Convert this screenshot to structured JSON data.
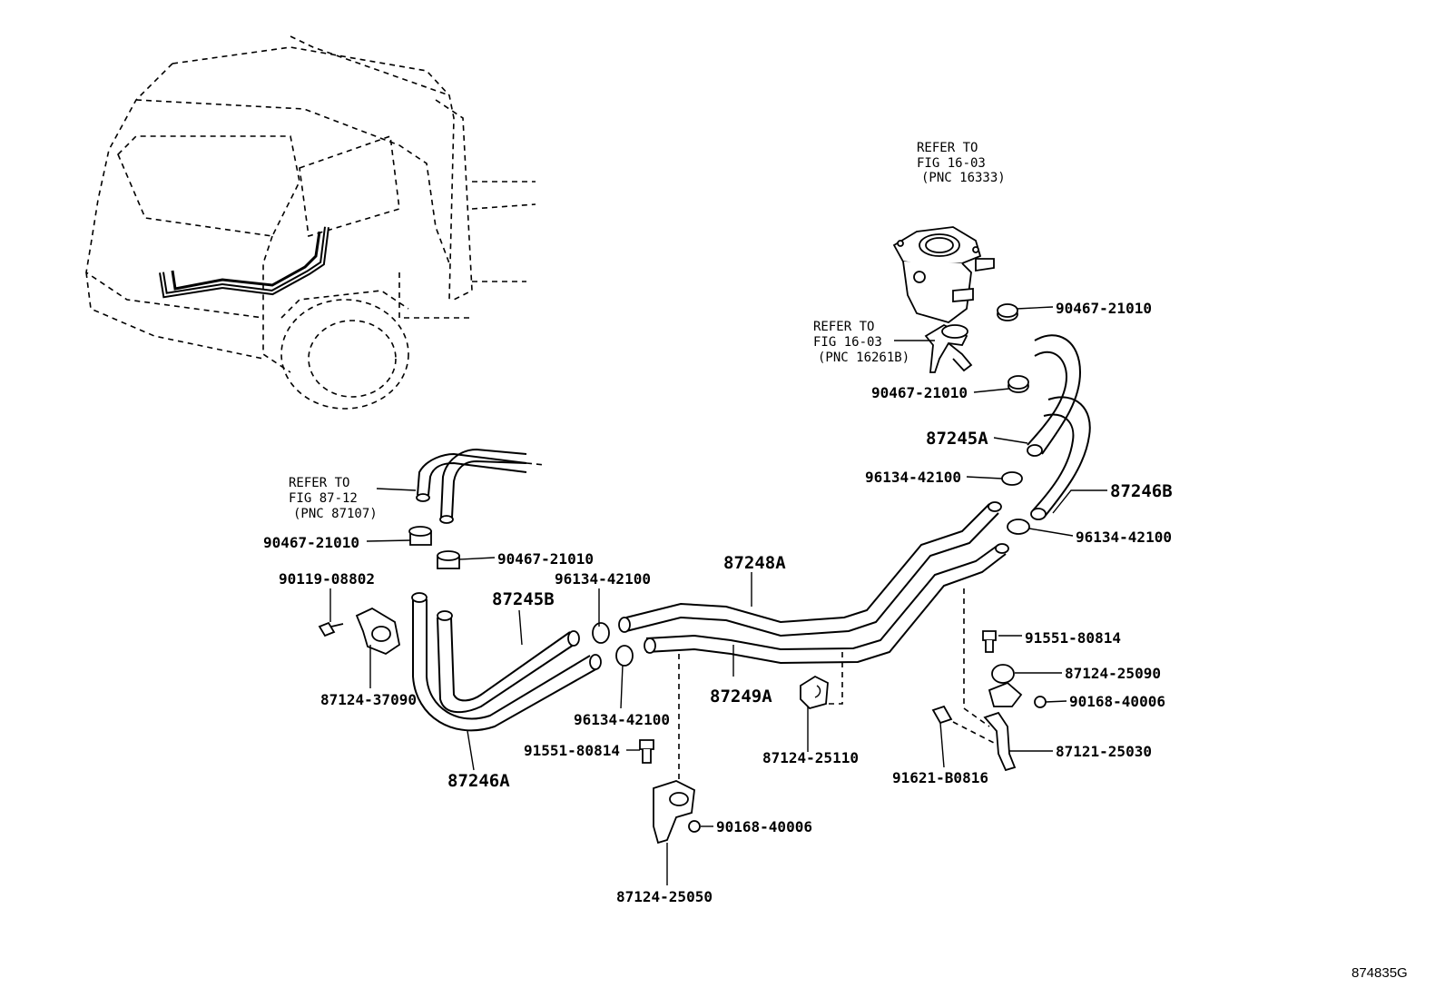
{
  "refs": {
    "fig16_03_16333": {
      "l1": "REFER TO",
      "l2": "FIG 16-03",
      "l3": "(PNC 16333)"
    },
    "fig16_03_16261b": {
      "l1": "REFER TO",
      "l2": "FIG 16-03",
      "l3": "(PNC 16261B)"
    },
    "fig87_12_87107": {
      "l1": "REFER TO",
      "l2": "FIG 87-12",
      "l3": "(PNC 87107)"
    }
  },
  "parts": {
    "p90467_21010_a": "90467-21010",
    "p90467_21010_b": "90467-21010",
    "p90467_21010_c": "90467-21010",
    "p90467_21010_d": "90467-21010",
    "p87245a": "87245A",
    "p87246b": "87246B",
    "p96134_42100_a": "96134-42100",
    "p96134_42100_b": "96134-42100",
    "p96134_42100_c": "96134-42100",
    "p96134_42100_d": "96134-42100",
    "p90119_08802": "90119-08802",
    "p87245b": "87245B",
    "p87248a": "87248A",
    "p87249a": "87249A",
    "p87124_37090": "87124-37090",
    "p87246a": "87246A",
    "p91551_80814_a": "91551-80814",
    "p91551_80814_b": "91551-80814",
    "p87124_25090": "87124-25090",
    "p90168_40006_a": "90168-40006",
    "p90168_40006_b": "90168-40006",
    "p87121_25030": "87121-25030",
    "p91621_b0816": "91621-B0816",
    "p87124_25110": "87124-25110",
    "p87124_25050": "87124-25050"
  },
  "diagram_code": "874835G"
}
